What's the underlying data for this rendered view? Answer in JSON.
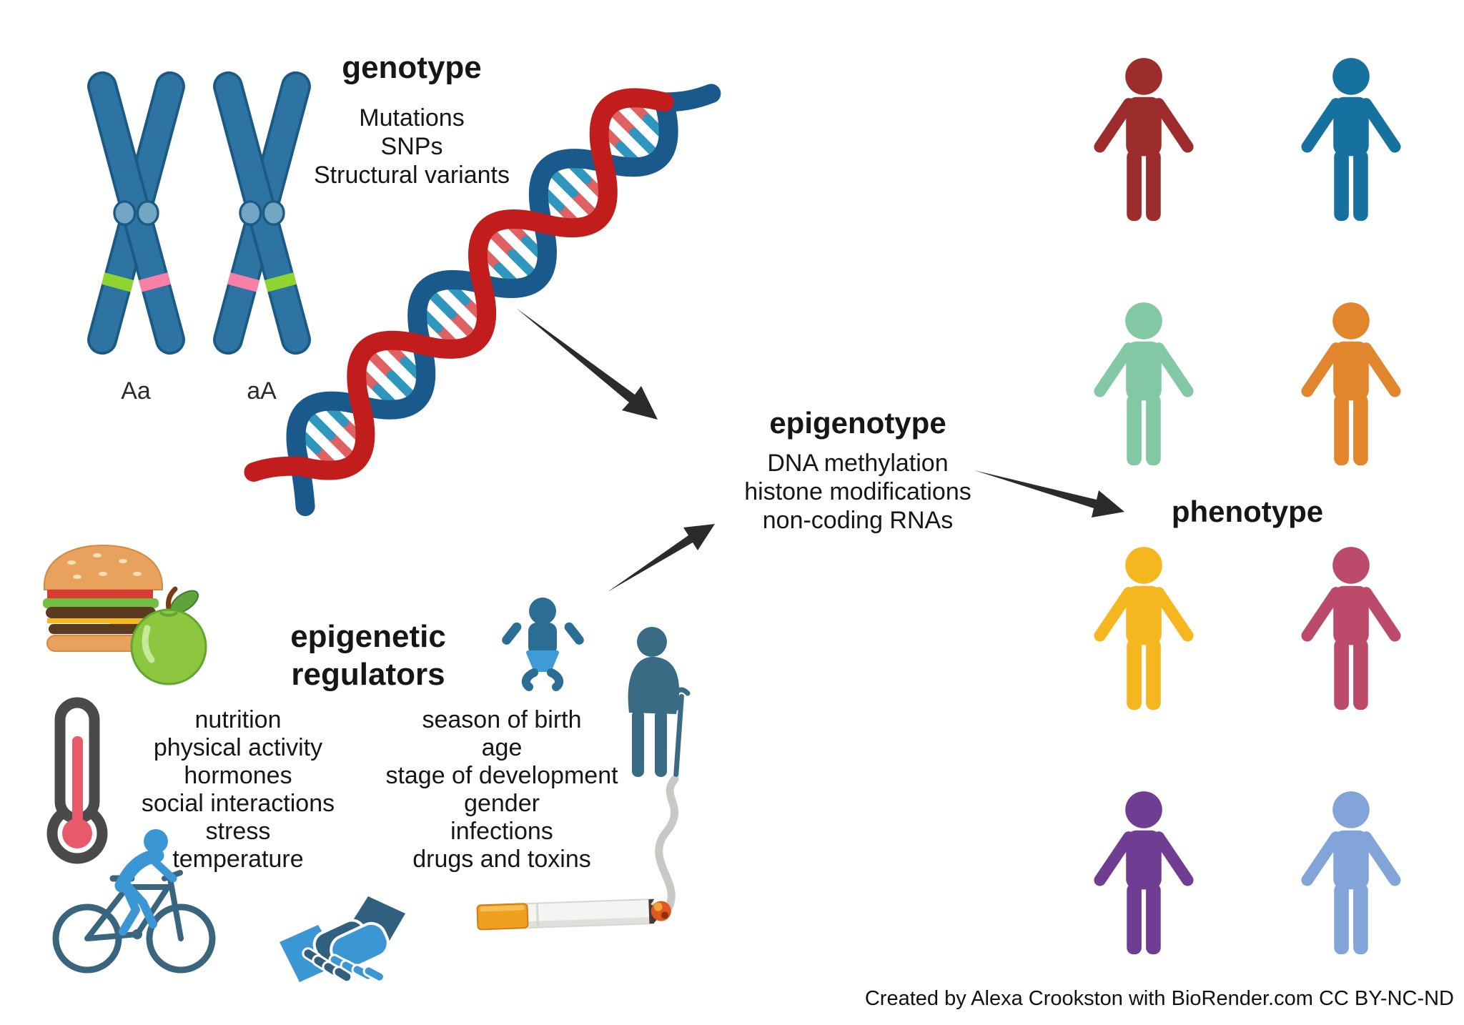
{
  "genotype": {
    "title": "genotype",
    "items": [
      "Mutations",
      "SNPs",
      "Structural variants"
    ]
  },
  "chromosomes": {
    "labels": [
      "Aa",
      "aA"
    ]
  },
  "epigenotype": {
    "title": "epigenotype",
    "items": [
      "DNA methylation",
      "histone modifications",
      "non-coding RNAs"
    ]
  },
  "regulators": {
    "title_line1": "epigenetic",
    "title_line2": "regulators",
    "left_items": [
      "nutrition",
      "physical activity",
      "hormones",
      "social interactions",
      "stress",
      "temperature"
    ],
    "right_items": [
      "season of birth",
      "age",
      "stage of development",
      "gender",
      "infections",
      "drugs and toxins"
    ]
  },
  "phenotype": {
    "title": "phenotype",
    "figures": [
      {
        "name": "person-dark-red",
        "hex": "#9D2C2C"
      },
      {
        "name": "person-teal-blue",
        "hex": "#17719F"
      },
      {
        "name": "person-mint-green",
        "hex": "#82C8A4"
      },
      {
        "name": "person-orange",
        "hex": "#E2862D"
      },
      {
        "name": "person-golden-yellow",
        "hex": "#F4B71F"
      },
      {
        "name": "person-rose",
        "hex": "#BC4A6B"
      },
      {
        "name": "person-purple",
        "hex": "#6F3D92"
      },
      {
        "name": "person-light-blue",
        "hex": "#82A4D8"
      }
    ]
  },
  "credit": "Created by Alexa Crookston with BioRender.com CC BY-NC-ND",
  "palette": {
    "chromosome_fill": "#2E74A3",
    "chromosome_outline": "#1B5A85",
    "centromere": "#73A6C2",
    "band_green": "#8FD431",
    "band_pink": "#F87FA5",
    "dna_strand_red": "#C21D1D",
    "dna_strand_blue": "#19598C",
    "dna_rung_red": "#E06161",
    "dna_rung_teal": "#2F96BD",
    "arrow": "#2B2B2B",
    "text": "#161616"
  },
  "icon_names": [
    "chromosome-icon",
    "dna-helix-icon",
    "arrow-icon",
    "burger-icon",
    "apple-icon",
    "thermometer-icon",
    "cyclist-icon",
    "handshake-icon",
    "baby-icon",
    "elderly-person-icon",
    "cigarette-icon",
    "smoke-icon",
    "person-icon"
  ]
}
